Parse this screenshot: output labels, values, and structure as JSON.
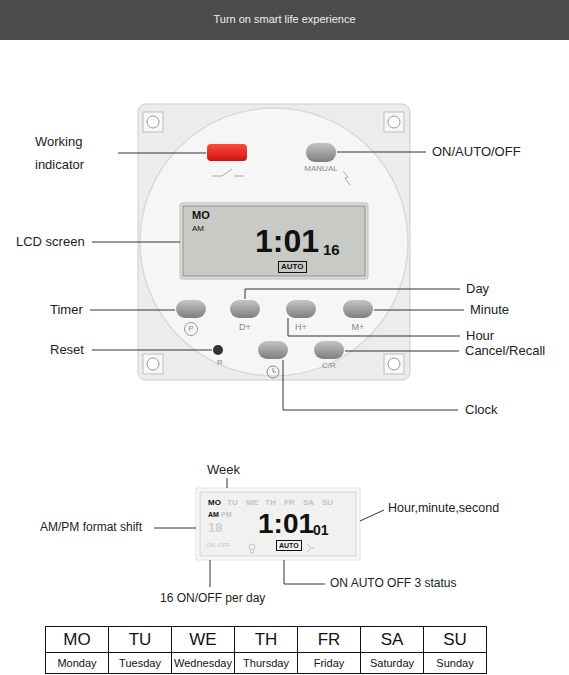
{
  "diagram": {
    "nodes": [
      {
        "text": [
          "Turn on smart life experience"
        ]
      },
      {
        "text": [
          "MO",
          "AM",
          "1:01",
          "16",
          "AUTO"
        ]
      },
      {
        "text": [
          "MO",
          "TU",
          "WE",
          "TH",
          "FR",
          "SA",
          "SU",
          "AM",
          "PM",
          "18",
          "ON",
          "OFF",
          "1:01",
          "01",
          "AUTO"
        ]
      }
    ],
    "labels": [
      "Working indicator",
      "ON/AUTO/OFF",
      "MANUAL",
      "LCD screen",
      "Day",
      "Timer",
      "Minute",
      "Hour",
      "Reset",
      "Cancel/Recall",
      "Clock",
      "P",
      "D+",
      "H+",
      "M+",
      "R",
      "C/R",
      "Week",
      "AM/PM format shift",
      "Hour,minute,second",
      "ON AUTO OFF 3 status",
      "16 ON/OFF per day",
      "MO",
      "TU",
      "WE",
      "TH",
      "FR",
      "SA",
      "SU",
      "Monday",
      "Tuesday",
      "Wednesday",
      "Thursday",
      "Friday",
      "Saturday",
      "Sunday"
    ]
  }
}
